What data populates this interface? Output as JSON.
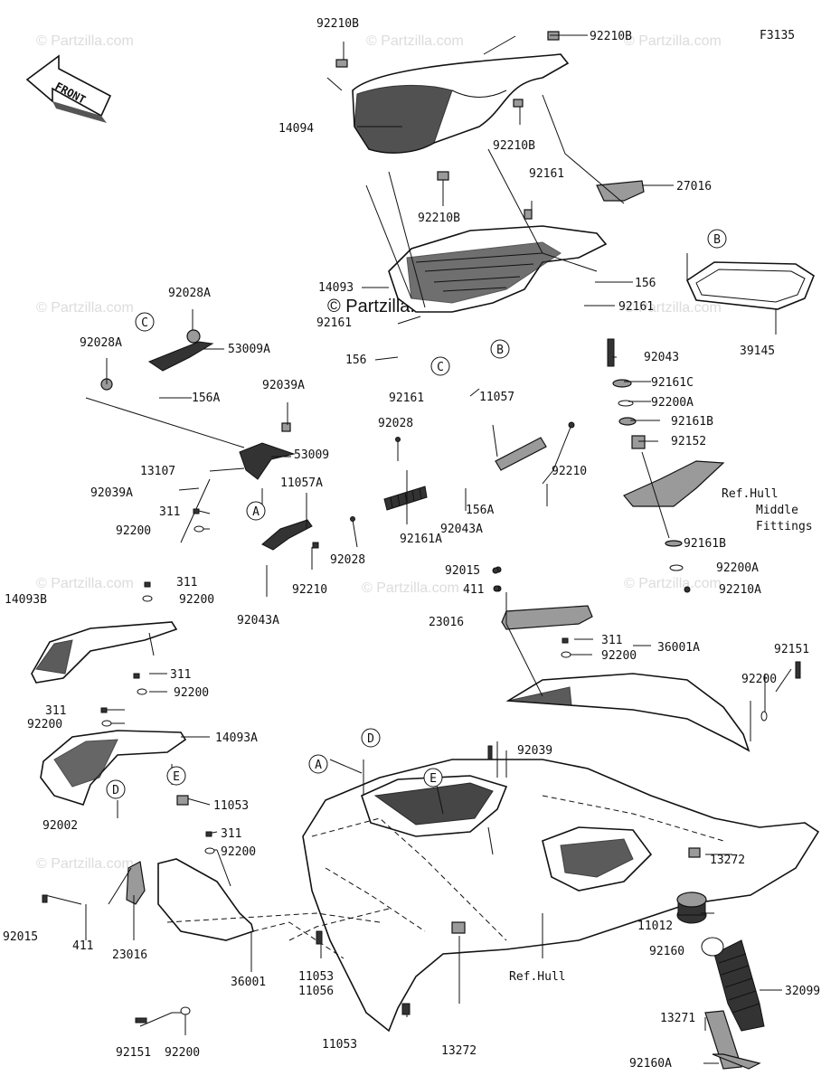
{
  "figure_code": "F3135",
  "watermark": "© Partzilla.com",
  "front_arrow_label": "FRONT",
  "callout_letters": [
    "A",
    "B",
    "C",
    "D",
    "E"
  ],
  "labels": {
    "p92210b_a": "92210B",
    "p92210b_b": "92210B",
    "p92210b_c": "92210B",
    "p92210b_d": "92210B",
    "p14094": "14094",
    "p92161_a": "92161",
    "p27016": "27016",
    "p156_a": "156",
    "p92161_b": "92161",
    "p14093": "14093",
    "p92161_c": "92161",
    "p156_b": "156",
    "p92161_d": "92161",
    "p39145": "39145",
    "p92028a_a": "92028A",
    "p92028a_b": "92028A",
    "p53009a": "53009A",
    "p156a_a": "156A",
    "p92039a_a": "92039A",
    "p53009": "53009",
    "p13107": "13107",
    "p92039a_b": "92039A",
    "p311_a": "311",
    "p92200_a": "92200",
    "p11057a": "11057A",
    "p92028_a": "92028",
    "p11057": "11057",
    "p92210_a": "92210",
    "p92161a": "92161A",
    "p92043a_a": "92043A",
    "p156a_b": "156A",
    "p92028_b": "92028",
    "p92210_b": "92210",
    "p92043a_b": "92043A",
    "p92043": "92043",
    "p92161c": "92161C",
    "p92200a_a": "92200A",
    "p92161b_a": "92161B",
    "p92152": "92152",
    "ref_hull_mid_1": "Ref.Hull",
    "ref_hull_mid_2": "Middle",
    "ref_hull_mid_3": "Fittings",
    "p92161b_b": "92161B",
    "p92200a_b": "92200A",
    "p92210a": "92210A",
    "p92015_a": "92015",
    "p411_a": "411",
    "p23016_a": "23016",
    "p311_b": "311",
    "p92200_b": "92200",
    "p14093b": "14093B",
    "p311_c": "311",
    "p92200_c": "92200",
    "p311_d": "311",
    "p92200_d": "92200",
    "p14093a": "14093A",
    "p11053_a": "11053",
    "p92002": "92002",
    "p311_e": "311",
    "p92200_e": "92200",
    "p36001a": "36001A",
    "p92151_a": "92151",
    "p92200_f": "92200",
    "p92039": "92039",
    "p311_f": "311",
    "p92200_g": "92200",
    "p13272_a": "13272",
    "p92015_b": "92015",
    "p411_b": "411",
    "p23016_b": "23016",
    "p11012": "11012",
    "p92160": "92160",
    "ref_hull": "Ref.Hull",
    "p11053_b": "11053",
    "p11056": "11056",
    "p32099": "32099",
    "p13271": "13271",
    "p92151_b": "92151",
    "p92200_h": "92200",
    "p36001": "36001",
    "p11053_c": "11053",
    "p13272_b": "13272",
    "p92160a": "92160A"
  }
}
